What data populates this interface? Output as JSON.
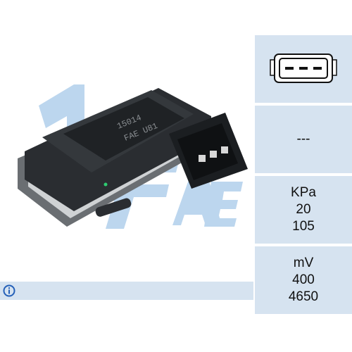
{
  "product_photo": {
    "part_number": "15014",
    "marking": "FAE U81",
    "watermark": "FAE"
  },
  "connector_panel": {
    "icon": "three-pin-connector-icon"
  },
  "pin_panel": {
    "text": "---"
  },
  "pressure_panel": {
    "unit": "KPa",
    "min": "20",
    "max": "105"
  },
  "voltage_panel": {
    "unit": "mV",
    "min": "400",
    "max": "4650"
  },
  "info_bar": {
    "icon": "info-icon"
  },
  "colors": {
    "panel_bg": "#d6e3f0",
    "watermark": "#bcd6ee",
    "sensor_body": "#2a2d31"
  }
}
